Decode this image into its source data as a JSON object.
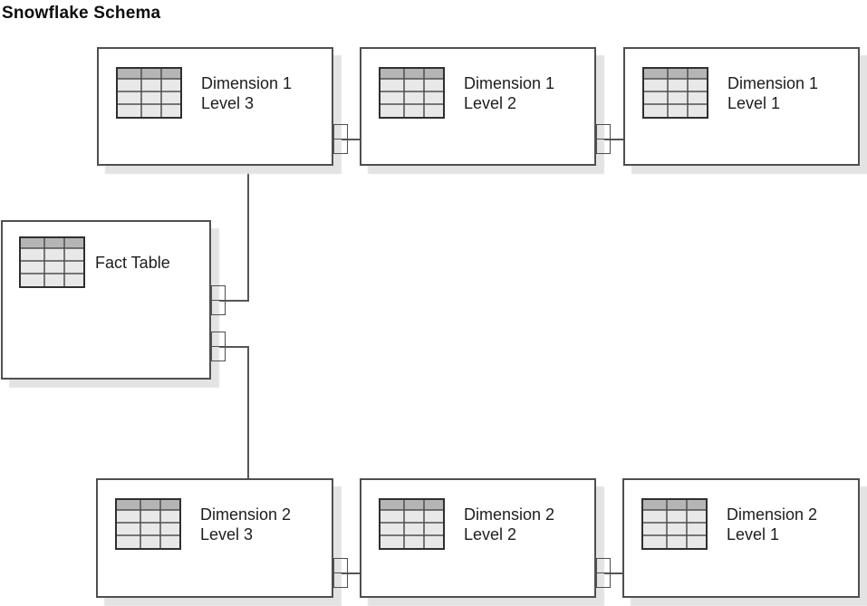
{
  "title": "Snowflake Schema",
  "diagram_type": "snowflake-schema",
  "nodes": [
    {
      "id": "fact-table",
      "line1": "Fact Table",
      "line2": ""
    },
    {
      "id": "dim1-level3",
      "line1": "Dimension 1",
      "line2": "Level 3"
    },
    {
      "id": "dim1-level2",
      "line1": "Dimension 1",
      "line2": "Level 2"
    },
    {
      "id": "dim1-level1",
      "line1": "Dimension 1",
      "line2": "Level 1"
    },
    {
      "id": "dim2-level3",
      "line1": "Dimension 2",
      "line2": "Level 3"
    },
    {
      "id": "dim2-level2",
      "line1": "Dimension 2",
      "line2": "Level 2"
    },
    {
      "id": "dim2-level1",
      "line1": "Dimension 2",
      "line2": "Level 1"
    }
  ],
  "edges": [
    {
      "from": "fact-table",
      "to": "dim1-level3"
    },
    {
      "from": "fact-table",
      "to": "dim2-level3"
    },
    {
      "from": "dim1-level3",
      "to": "dim1-level2"
    },
    {
      "from": "dim1-level2",
      "to": "dim1-level1"
    },
    {
      "from": "dim2-level3",
      "to": "dim2-level2"
    },
    {
      "from": "dim2-level2",
      "to": "dim2-level1"
    }
  ],
  "icons": {
    "node_icon": "table-icon"
  },
  "colors": {
    "background": "#ffffff",
    "node_border": "#4f4f4f",
    "edge_line": "#565656",
    "shadow": "#e3e3e3",
    "icon_outline": "#2f2f2f",
    "icon_header_fill": "#b5b5b5",
    "icon_body_fill": "#e8e8e8",
    "text": "#1d1d1d"
  }
}
